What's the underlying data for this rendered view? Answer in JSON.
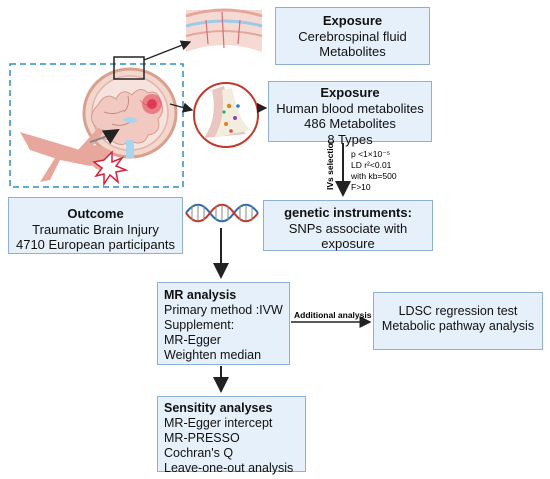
{
  "exposure_csf": {
    "title": "Exposure",
    "lines": [
      "Cerebrospinal fluid",
      "Metabolites"
    ]
  },
  "exposure_blood": {
    "title": "Exposure",
    "lines": [
      "Human blood metabolites",
      "486 Metabolites",
      "8 Types"
    ]
  },
  "iv_selection": {
    "label": "IVs selection",
    "criteria": [
      "p <1×10⁻⁵",
      "LD r²<0.01",
      "with kb=500",
      "F>10"
    ]
  },
  "outcome": {
    "title": "Outcome",
    "lines": [
      "Traumatic Brain Injury",
      "4710 European participants"
    ]
  },
  "genetic_instruments": {
    "title": "genetic instruments:",
    "lines": [
      "SNPs associate with",
      "exposure"
    ]
  },
  "mr_analysis": {
    "title": "MR analysis",
    "lines": [
      "Primary method :IVW",
      "Supplement:",
      "MR-Egger",
      "Weighten median"
    ]
  },
  "additional": {
    "label": "Additional analysis"
  },
  "ldsc": {
    "lines": [
      "LDSC regression test",
      "Metabolic pathway analysis"
    ]
  },
  "sensitivity": {
    "title": "Sensitity analyses",
    "lines": [
      "MR-Egger intercept",
      "MR-PRESSO",
      "Cochran's Q",
      "Leave-one-out analysis"
    ]
  },
  "colors": {
    "box_fill": "#e6f0fa",
    "box_border": "#8fb0d1",
    "dashed_frame": "#2a8fc7",
    "arrow": "#222222",
    "skin": "#e8a79c",
    "vessel": "#c0392b"
  },
  "icons": [
    "brain-illustration",
    "fallen-person-icon",
    "impact-burst-icon",
    "blood-vessel-icon",
    "dna-helix-icon"
  ]
}
